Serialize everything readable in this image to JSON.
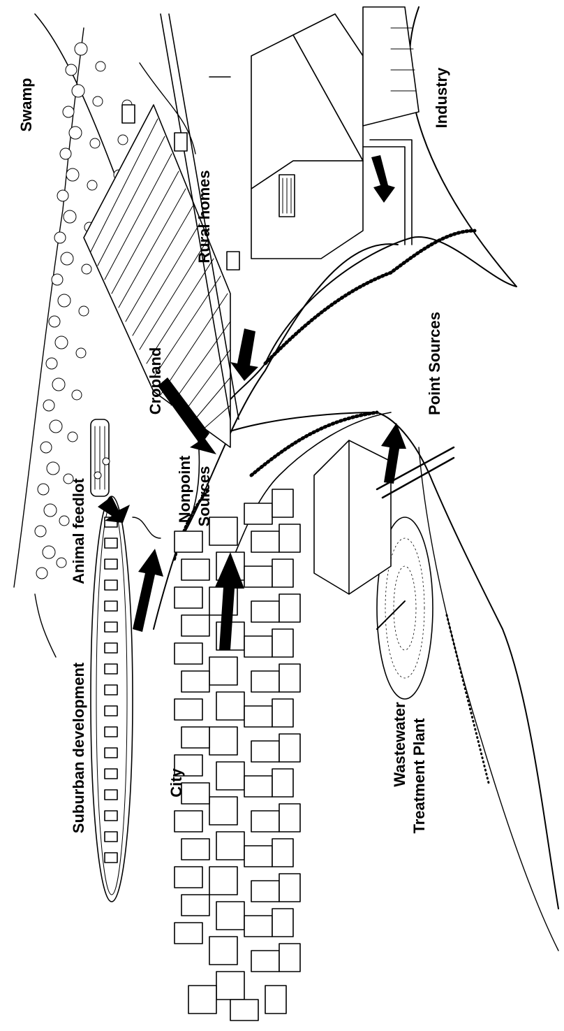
{
  "labels": {
    "swamp": "Swamp",
    "industry": "Industry",
    "rural_homes": "Rural homes",
    "cropland": "Cropland",
    "point_sources_upper": "Point Sources",
    "animal_feedlot": "Animal feedlot",
    "nonpoint_line1": "Nonpoint",
    "nonpoint_line2": "Sources",
    "suburban_development": "Suburban development",
    "city": "City",
    "wastewater_line1": "Wastewater",
    "wastewater_line2": "Treatment Plant"
  },
  "colors": {
    "ink": "#000000",
    "paper": "#ffffff"
  }
}
